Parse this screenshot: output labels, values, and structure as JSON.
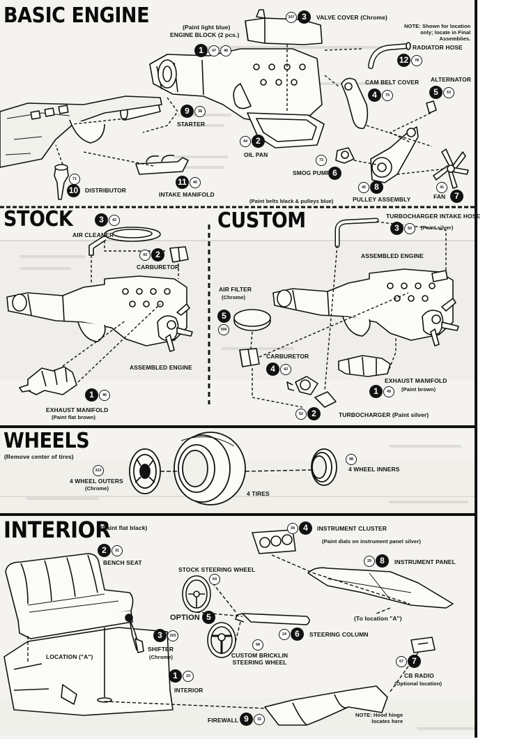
{
  "sections": {
    "basic_engine": "BASIC ENGINE",
    "stock": "STOCK",
    "custom": "CUSTOM",
    "wheels": "WHEELS",
    "interior": "INTERIOR"
  },
  "notes": {
    "paint_light_blue": "(Paint light blue)",
    "location_note": "NOTE: Shown for location\nonly; locate in Final\nAssemblies.",
    "belts": "(Paint belts black & pulleys blue)",
    "remove_tires": "(Remove center of tires)",
    "paint_flat_black": "(Paint flat black)",
    "dials": "(Paint dials on instrument panel silver)",
    "hood_hinge": "NOTE: Hood hinge\nlocates here",
    "to_location_a": "(To location \"A\")",
    "location_a": "LOCATION (\"A\")"
  },
  "basic_engine_parts": {
    "engine_block": {
      "label": "ENGINE BLOCK (2 pcs.)",
      "step": "1",
      "parts": [
        "47",
        "48"
      ]
    },
    "valve_cover": {
      "label": "VALVE COVER (Chrome)",
      "step": "3",
      "parts": [
        "307"
      ]
    },
    "radiator_hose": {
      "label": "RADIATOR HOSE",
      "step": "12",
      "parts": [
        "78"
      ]
    },
    "cam_belt_cover": {
      "label": "CAM BELT COVER",
      "step": "4",
      "parts": [
        "75"
      ]
    },
    "alternator": {
      "label": "ALTERNATOR",
      "step": "5",
      "parts": [
        "53"
      ]
    },
    "starter": {
      "label": "STARTER",
      "step": "9",
      "parts": [
        "38"
      ]
    },
    "oil_pan": {
      "label": "OIL PAN",
      "step": "2",
      "parts": [
        "44"
      ]
    },
    "smog_pump": {
      "label": "SMOG PUMP",
      "step": "6",
      "parts": [
        "73"
      ]
    },
    "distributor": {
      "label": "DISTRIBUTOR",
      "step": "10",
      "parts": [
        "71"
      ]
    },
    "intake_manifold": {
      "label": "INTAKE MANIFOLD",
      "step": "11",
      "parts": [
        "40"
      ]
    },
    "pulley_assembly": {
      "label": "PULLEY ASSEMBLY",
      "step": "8",
      "parts": [
        "45"
      ]
    },
    "fan": {
      "label": "FAN",
      "step": "7",
      "parts": [
        "41"
      ]
    }
  },
  "stock_parts": {
    "air_cleaner": {
      "label": "AIR CLEANER",
      "step": "3",
      "parts": [
        "42"
      ]
    },
    "carburetor": {
      "label": "CARBURETOR",
      "step": "2",
      "parts": [
        "43"
      ]
    },
    "assembled_engine": {
      "label": "ASSEMBLED ENGINE"
    },
    "exhaust_manifold": {
      "label": "EXHAUST MANIFOLD",
      "paint": "(Paint flat brown)",
      "step": "1",
      "parts": [
        "46"
      ]
    }
  },
  "custom_parts": {
    "turbo_hose": {
      "label": "TURBOCHARGER INTAKE HOSE",
      "paint": "(Paint silver)",
      "step": "3",
      "parts": [
        "50"
      ]
    },
    "assembled_engine": {
      "label": "ASSEMBLED ENGINE"
    },
    "air_filter": {
      "label": "AIR FILTER",
      "paint": "(Chrome)",
      "step": "5",
      "parts": [
        "306"
      ]
    },
    "carburetor": {
      "label": "CARBURETOR",
      "step": "4",
      "parts": [
        "43"
      ]
    },
    "exhaust_manifold": {
      "label": "EXHAUST MANIFOLD",
      "paint": "(Paint brown)",
      "step": "1",
      "parts": [
        "49"
      ]
    },
    "turbocharger": {
      "label": "TURBOCHARGER (Paint silver)",
      "step": "2",
      "parts": [
        "52"
      ]
    }
  },
  "wheels_parts": {
    "outers": {
      "label": "4 WHEEL OUTERS",
      "paint": "(Chrome)",
      "parts": [
        "323"
      ]
    },
    "tires": {
      "label": "4 TIRES"
    },
    "inners": {
      "label": "4 WHEEL INNERS",
      "parts": [
        "98"
      ]
    }
  },
  "interior_parts": {
    "bench_seat": {
      "label": "BENCH SEAT",
      "step": "2",
      "parts": [
        "31"
      ]
    },
    "instrument_cluster": {
      "label": "INSTRUMENT CLUSTER",
      "step": "4",
      "parts": [
        "39"
      ]
    },
    "instrument_panel": {
      "label": "INSTRUMENT PANEL",
      "step": "8",
      "parts": [
        "29"
      ]
    },
    "stock_wheel": {
      "label": "STOCK STEERING WHEEL",
      "parts": [
        "64"
      ]
    },
    "option": {
      "label": "OPTION",
      "step": "5"
    },
    "steering_column": {
      "label": "STEERING COLUMN",
      "step": "6",
      "parts": [
        "24"
      ]
    },
    "shifter": {
      "label": "SHIFTER",
      "paint": "(Chrome)",
      "step": "3",
      "parts": [
        "303"
      ]
    },
    "custom_wheel": {
      "label": "CUSTOM BRICKLIN\nSTEERING WHEEL",
      "parts": [
        "68"
      ]
    },
    "interior": {
      "label": "INTERIOR",
      "step": "1",
      "parts": [
        "23"
      ]
    },
    "cb_radio": {
      "label": "CB RADIO",
      "paint": "(Optional location)",
      "step": "7",
      "parts": [
        "67"
      ]
    },
    "firewall": {
      "label": "FIREWALL",
      "step": "9",
      "parts": [
        "32"
      ]
    }
  }
}
